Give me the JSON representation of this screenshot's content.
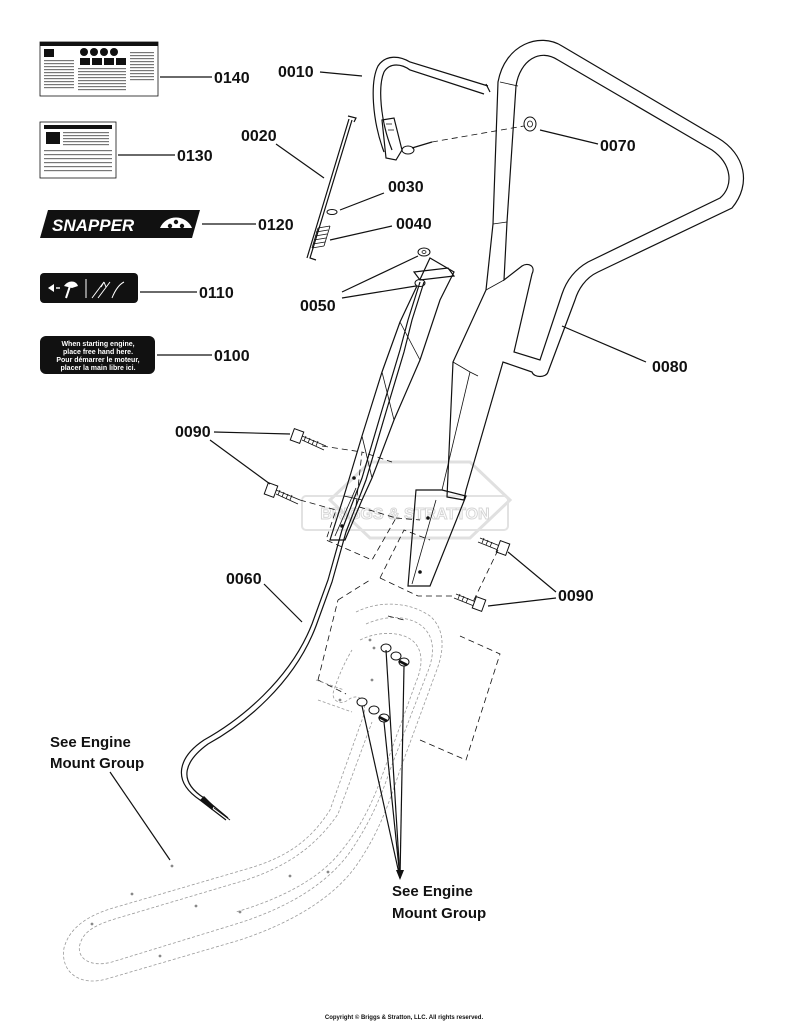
{
  "callouts": {
    "p0010": "0010",
    "p0020": "0020",
    "p0030": "0030",
    "p0040": "0040",
    "p0050": "0050",
    "p0060": "0060",
    "p0070": "0070",
    "p0080": "0080",
    "p0090a": "0090",
    "p0090b": "0090",
    "p0100": "0100",
    "p0110": "0110",
    "p0120": "0120",
    "p0130": "0130",
    "p0140": "0140"
  },
  "references": {
    "engine_mount_left_line1": "See Engine",
    "engine_mount_left_line2": "Mount Group",
    "engine_mount_right_line1": "See Engine",
    "engine_mount_right_line2": "Mount Group"
  },
  "decals": {
    "logo_text": "SNAPPER",
    "start_line1": "When starting engine,",
    "start_line2": "place free hand here.",
    "start_line3": "Pour démarrer le moteur,",
    "start_line4": "placer la main libre ici."
  },
  "watermark": "BRIGGS & STRATTON",
  "copyright": "Copyright © Briggs & Stratton, LLC. All rights reserved."
}
